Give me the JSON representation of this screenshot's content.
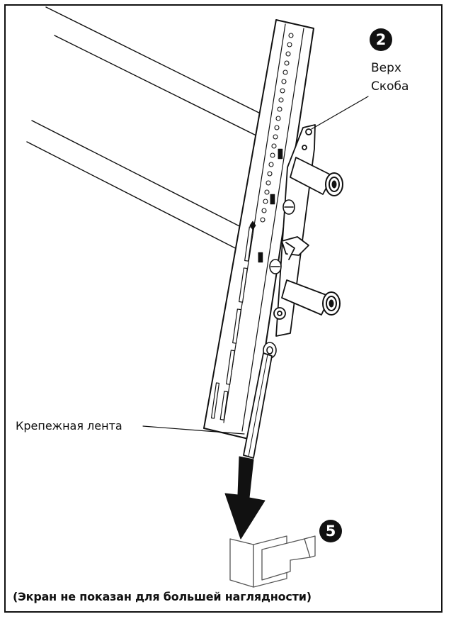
{
  "step_badges": {
    "top": "2",
    "bottom": "5"
  },
  "labels": {
    "top_bracket_line1": "Верх",
    "top_bracket_line2": "Скоба",
    "strap": "Крепежная лента"
  },
  "caption": "(Экран не показан для большей наглядности)",
  "icons": [
    "mount-bracket-drawing",
    "down-arrow-icon",
    "tab-insert-icon"
  ]
}
